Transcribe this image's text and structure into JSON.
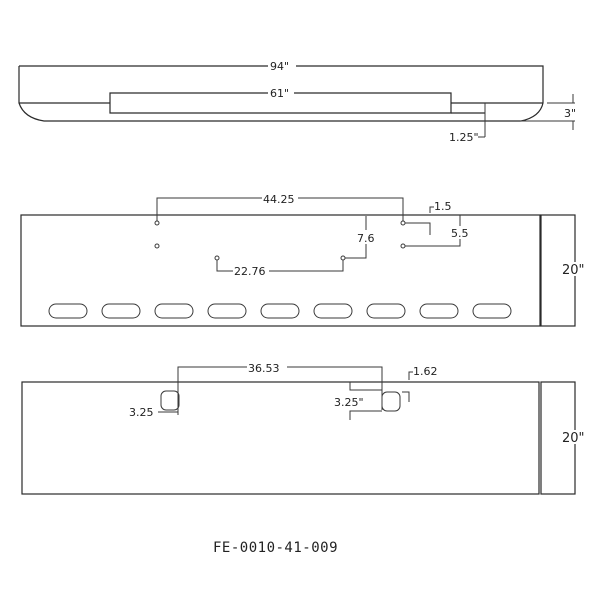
{
  "drawing": {
    "part_number": "FE-0010-41-009",
    "line_color": "#2a2a2a",
    "background": "#ffffff"
  },
  "top_view": {
    "overall_length": "94\"",
    "recess_length": "61\"",
    "depth": "3\"",
    "offset": "1.25\""
  },
  "front_view": {
    "hole_spacing_horizontal": "44.25",
    "hole_spacing_lower": "22.76",
    "vertical_offset": "7.6",
    "top_offset": "1.5",
    "right_hole_spacing": "5.5",
    "height": "20\"",
    "slot_count": 9
  },
  "bottom_view": {
    "cutout_spacing": "36.53",
    "left_cutout_size": "3.25",
    "right_cutout_size": "3.25\"",
    "top_offset": "1.62",
    "height": "20\""
  }
}
